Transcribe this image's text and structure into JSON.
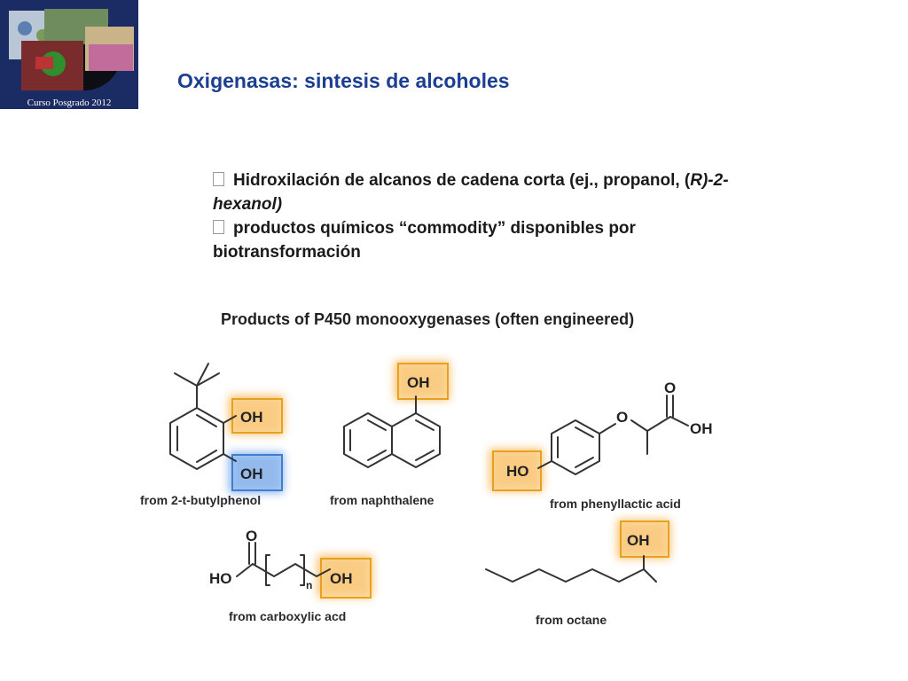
{
  "logo": {
    "caption": "Curso Posgrado 2012"
  },
  "title": "Oxigenasas: sintesis de alcoholes",
  "bullets": {
    "b1_pre": "Hidroxilación de alcanos de cadena corta (ej., propanol, (",
    "b1_r": "R",
    "b1_post": ")-2-hexanol)",
    "b2": "productos químicos “commodity” disponibles por biotransformación"
  },
  "figure": {
    "title": "Products of P450 monooxygenases (often engineered)",
    "labels": {
      "butylphenol": "from 2-t-butylphenol",
      "naphthalene": "from naphthalene",
      "phenyllactic": "from phenyllactic acid",
      "carboxylic": "from carboxylic acd",
      "octane": "from octane"
    },
    "atoms": {
      "oh": "OH",
      "ho": "HO",
      "o": "O",
      "n": "n"
    }
  },
  "colors": {
    "title": "#1d3f93",
    "highlight_orange": "#f5a623",
    "highlight_blue": "#3b7fd4"
  }
}
